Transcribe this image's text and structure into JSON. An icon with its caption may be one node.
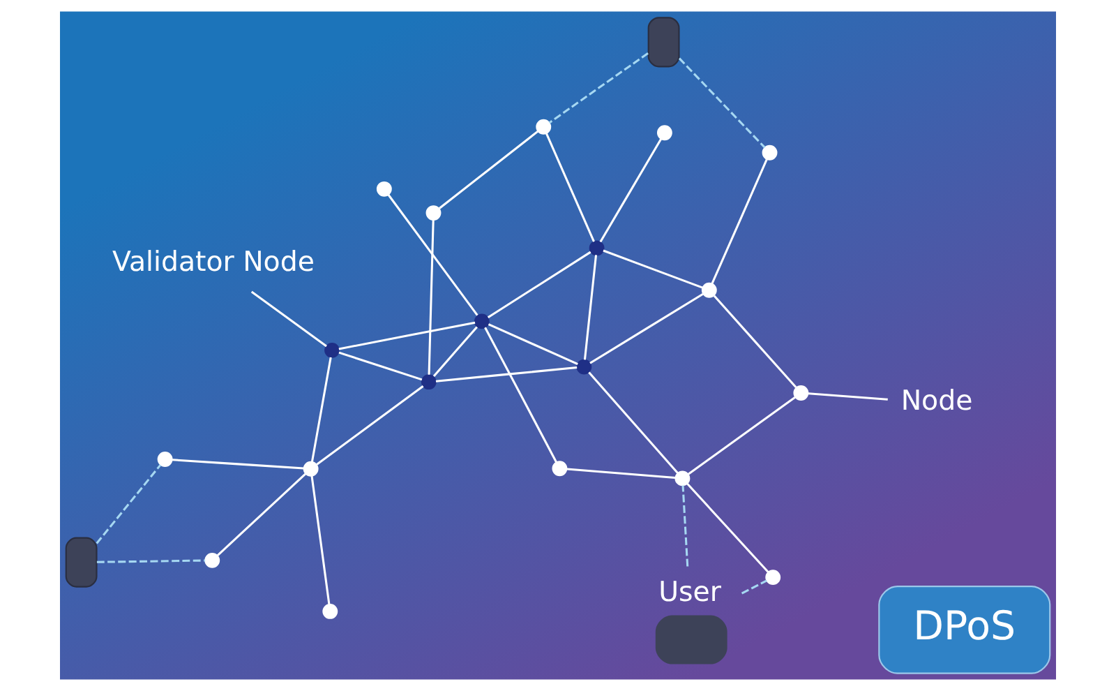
{
  "diagram": {
    "nodes": [
      {
        "text": [
          "Validator Node"
        ]
      },
      {
        "text": [
          "User"
        ]
      },
      {
        "text": [
          "DPoS"
        ]
      },
      {
        "text": [],
        "shape": "circle"
      },
      {
        "text": [],
        "shape": "circle"
      },
      {
        "text": [],
        "shape": "circle"
      },
      {
        "text": [],
        "shape": "circle"
      },
      {
        "text": [],
        "shape": "circle"
      },
      {
        "text": [],
        "shape": "circle"
      },
      {
        "text": [],
        "shape": "circle"
      },
      {
        "text": [],
        "shape": "circle"
      },
      {
        "text": [],
        "shape": "circle"
      },
      {
        "text": [],
        "shape": "circle"
      },
      {
        "text": [],
        "shape": "circle"
      },
      {
        "text": [],
        "shape": "circle"
      },
      {
        "text": [],
        "shape": "circle"
      },
      {
        "text": [],
        "shape": "circle"
      },
      {
        "text": [
          "Node"
        ]
      },
      {
        "text": [],
        "shape": "circle"
      },
      {
        "text": [],
        "shape": "circle"
      },
      {
        "text": [],
        "shape": "circle"
      },
      {
        "text": [],
        "shape": "phone"
      },
      {
        "text": [],
        "shape": "circle"
      },
      {
        "text": [],
        "shape": "circle"
      },
      {
        "text": [],
        "shape": "phone"
      }
    ],
    "edges": [
      {
        "from": 0,
        "to": 12,
        "arrow": "none"
      },
      {
        "from": 1,
        "to": 5,
        "arrow": "none",
        "style": "dashed",
        "color": "#a6d8f2"
      },
      {
        "from": 1,
        "to": 6,
        "arrow": "none",
        "style": "dashed",
        "color": "#a6d8f2"
      },
      {
        "from": 3,
        "to": 7,
        "arrow": "none"
      },
      {
        "from": 3,
        "to": 5,
        "arrow": "none"
      },
      {
        "from": 4,
        "to": 7,
        "arrow": "none"
      },
      {
        "from": 5,
        "to": 6,
        "arrow": "none"
      },
      {
        "from": 5,
        "to": 10,
        "arrow": "none"
      },
      {
        "from": 5,
        "to": 9,
        "arrow": "none"
      },
      {
        "from": 7,
        "to": 12,
        "arrow": "none"
      },
      {
        "from": 7,
        "to": 13,
        "arrow": "none"
      },
      {
        "from": 7,
        "to": 10,
        "arrow": "none"
      },
      {
        "from": 7,
        "to": 14,
        "arrow": "none"
      },
      {
        "from": 10,
        "to": 11,
        "arrow": "none"
      },
      {
        "from": 10,
        "to": 13,
        "arrow": "none"
      },
      {
        "from": 10,
        "to": 14,
        "arrow": "none"
      },
      {
        "from": 9,
        "to": 11,
        "arrow": "none"
      },
      {
        "from": 9,
        "to": 17,
        "arrow": "none"
      },
      {
        "from": 11,
        "to": 15,
        "arrow": "none"
      },
      {
        "from": 11,
        "to": 14,
        "arrow": "none"
      },
      {
        "from": 12,
        "to": 13,
        "arrow": "none"
      },
      {
        "from": 12,
        "to": 16,
        "arrow": "none"
      },
      {
        "from": 13,
        "to": 16,
        "arrow": "none"
      },
      {
        "from": 13,
        "to": 19,
        "arrow": "none"
      },
      {
        "from": 14,
        "to": 20,
        "arrow": "none"
      },
      {
        "from": 14,
        "to": 23,
        "arrow": "none"
      },
      {
        "from": 8,
        "to": 16,
        "arrow": "none"
      },
      {
        "from": 16,
        "to": 18,
        "arrow": "none"
      },
      {
        "from": 16,
        "to": 22,
        "arrow": "none"
      },
      {
        "from": 19,
        "to": 20,
        "arrow": "none"
      },
      {
        "from": 21,
        "to": 8,
        "arrow": "none",
        "style": "dashed",
        "color": "#a6d8f2"
      },
      {
        "from": 21,
        "to": 18,
        "arrow": "none",
        "style": "dashed",
        "color": "#a6d8f2"
      },
      {
        "from": 24,
        "to": 15,
        "arrow": "none",
        "style": "dashed",
        "color": "#a6d8f2"
      },
      {
        "from": 24,
        "to": 20,
        "arrow": "none",
        "style": "dashed",
        "color": "#a6d8f2"
      }
    ]
  }
}
